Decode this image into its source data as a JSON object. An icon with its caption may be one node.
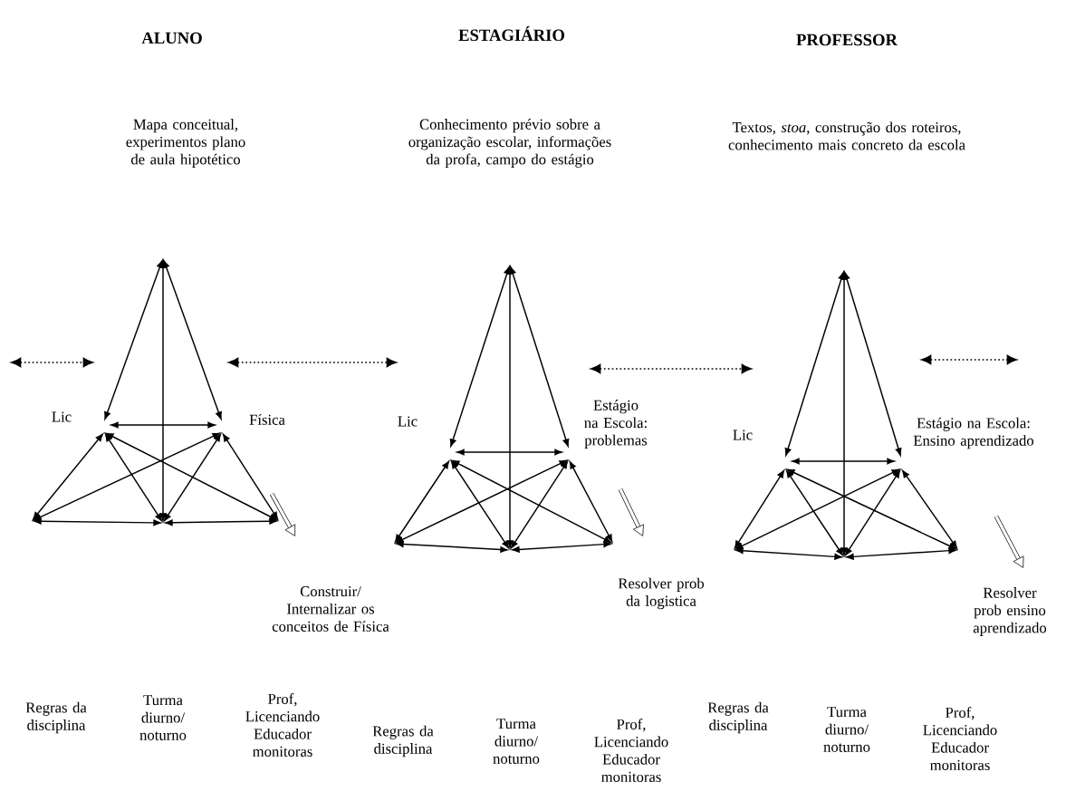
{
  "diagram": {
    "labels": [
      "ALUNO",
      "ESTAGIÁRIO",
      "PROFESSOR",
      "Mapa conceitual, experimentos plano de aula hipotético",
      "Conhecimento prévio sobre a organização escolar, informações da profa, campo do estágio",
      "Textos, *stoa*, construção dos roteiros, conhecimento mais concreto da escola",
      "Lic",
      "Física",
      "Lic",
      "Estágio na Escola: problemas",
      "Lic",
      "Estágio na Escola: Ensino aprendizado",
      "Construir/ Internalizar os conceitos de Física",
      "Resolver prob da logistica",
      "Resolver prob ensino aprendizado",
      "Regras da disciplina",
      "Turma diurno/ noturno",
      "Prof, Licenciando Educador monitoras",
      "Regras da disciplina",
      "Turma diurno/ noturno",
      "Prof, Licenciando Educador monitoras",
      "Regras da disciplina",
      "Turma diurno/ noturno",
      "Prof, Licenciando Educador monitoras"
    ]
  }
}
